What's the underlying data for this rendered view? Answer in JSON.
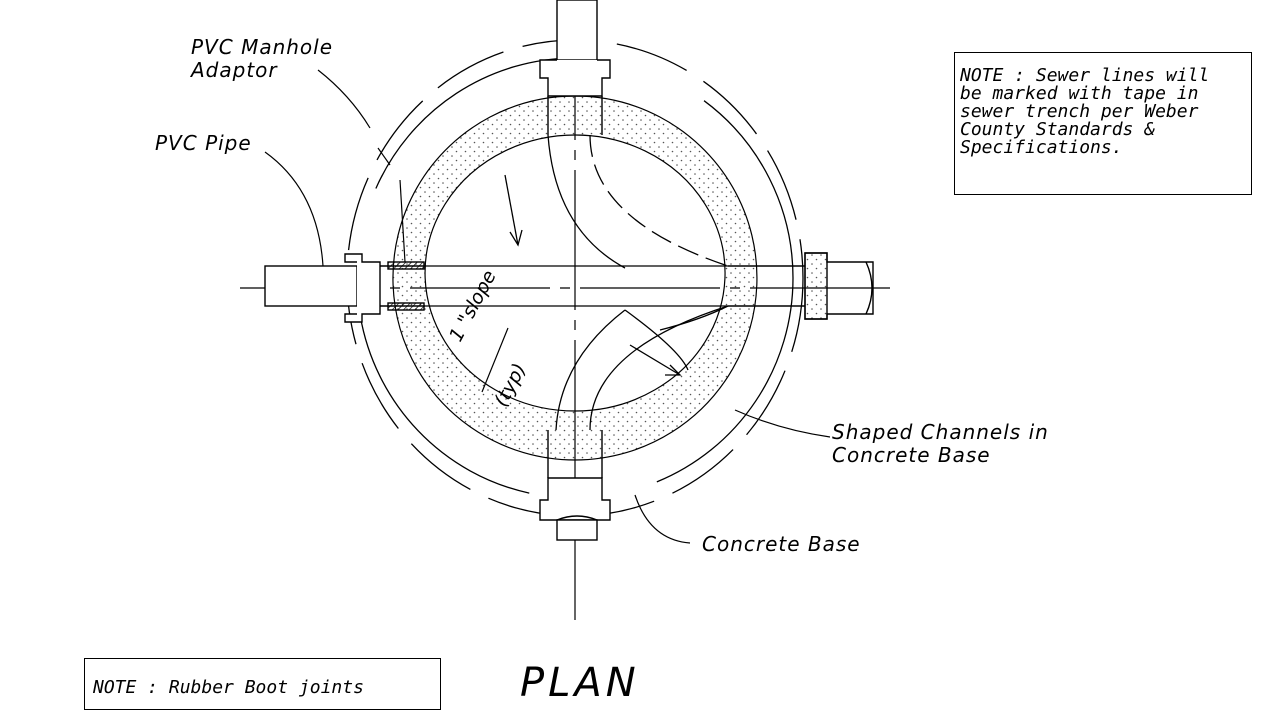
{
  "labels": {
    "pvc_manhole_adaptor": "PVC Manhole\nAdaptor",
    "pvc_pipe": "PVC Pipe",
    "shaped_channels": "Shaped Channels in\nConcrete Base",
    "concrete_base": "Concrete Base",
    "slope": "1 \"slope",
    "slope_typ": "(typ)",
    "plan_title": "PLAN"
  },
  "notes": {
    "top_right": "NOTE : Sewer lines will\nbe marked with tape in\nsewer trench per Weber\nCounty Standards &\nSpecifications.",
    "bottom_left": "NOTE : Rubber Boot joints"
  },
  "colors": {
    "line": "#000000",
    "background": "#ffffff",
    "stipple": "#555555"
  }
}
